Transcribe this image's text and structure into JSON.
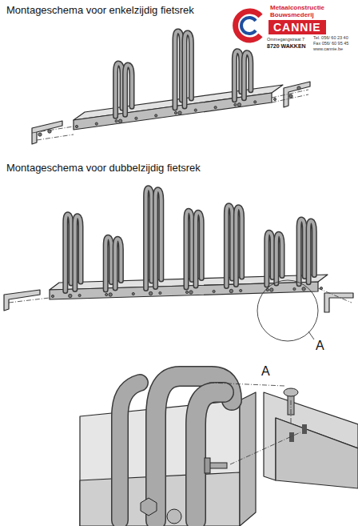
{
  "diagram": {
    "nodes": [
      {
        "text": [
          "CANNIE"
        ]
      }
    ],
    "labels": [
      "Montageschema voor enkelzijdig fietsrek",
      "Metaalconstructie",
      "Bouwsmederij",
      "Tel. 056/ 60 23 40",
      "Fax 056/ 60 95 45",
      "Ommegangstraat 7",
      "8720 WAKKEN",
      "www.cannie.be",
      "Montageschema voor dubbelzijdig fietsrek",
      "A",
      "A"
    ]
  }
}
